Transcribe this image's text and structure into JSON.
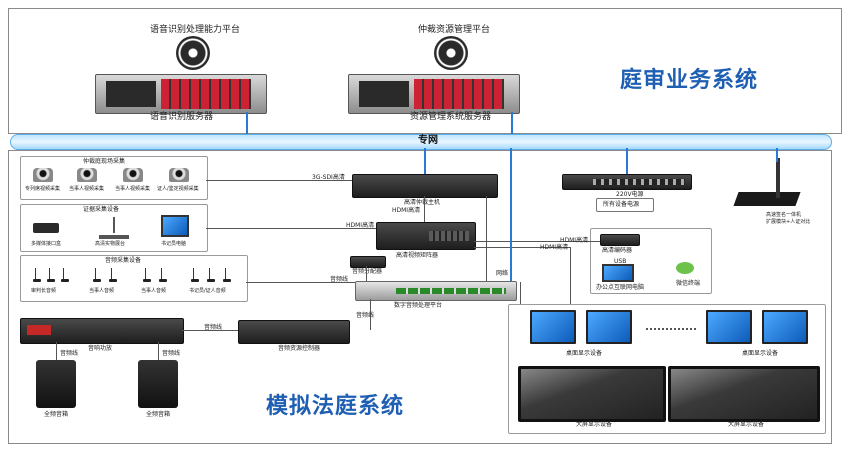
{
  "colors": {
    "network": "#bfe6ff",
    "title_blue": "#1f5fb3"
  },
  "top": {
    "speech_platform_title": "语音识别处理能力平台",
    "speech_server_label": "语音识别服务器",
    "resource_platform_title": "仲裁资源管理平台",
    "resource_server_label": "资源管理系统服务器",
    "system_title": "庭审业务系统"
  },
  "network_label": "专网",
  "bottom_title": "模拟法庭系统",
  "camera_group": {
    "title": "仲裁庭现场采集",
    "items": [
      "专列席视频采集",
      "当事人视频采集",
      "当事人视频采集",
      "证人/鉴定视频采集"
    ]
  },
  "evidence_group": {
    "title": "证据采集设备",
    "items": [
      "多媒体接口盒",
      "高清实物展台",
      "书记员电脑"
    ]
  },
  "audio_group": {
    "title": "音频采集设备",
    "items": [
      "审判长音频",
      "当事人音频",
      "当事人音频",
      "书记员/证人音频"
    ]
  },
  "devices": {
    "host": "高清仲裁主机",
    "matrix": "高清视频矩阵器",
    "splitter": "音频分配器",
    "audio_processor": "数字音频处理平台",
    "power_sequencer": "220V电源",
    "power_note": "所有设备电源",
    "doc_camera": "高速签名一体机\n扩展模块+人证对比",
    "hdmi_box": "高清编码器",
    "usb": "USB",
    "pc": "办公点互联网电脑",
    "wechat": "微信终端",
    "amplifier": "音响功放",
    "mixer": "音频资源控制器",
    "left_speaker": "全频音箱",
    "right_speaker": "全频音箱",
    "desk_left": "桌面显示设备",
    "desk_right": "桌面显示设备",
    "big_left": "大屏显示设备",
    "big_right": "大屏显示设备"
  },
  "wire_labels": {
    "sdi": "3G-SDI高清",
    "hdmi1": "HDMI高清",
    "hdmi2": "HDMI高清",
    "hdmi3": "HDMI高清",
    "hdmi4": "HDMI高清",
    "audio1": "音频线",
    "audio2": "音频线",
    "audio3": "音频线",
    "audio4": "音频线",
    "audio5": "音频线",
    "net": "网络"
  }
}
